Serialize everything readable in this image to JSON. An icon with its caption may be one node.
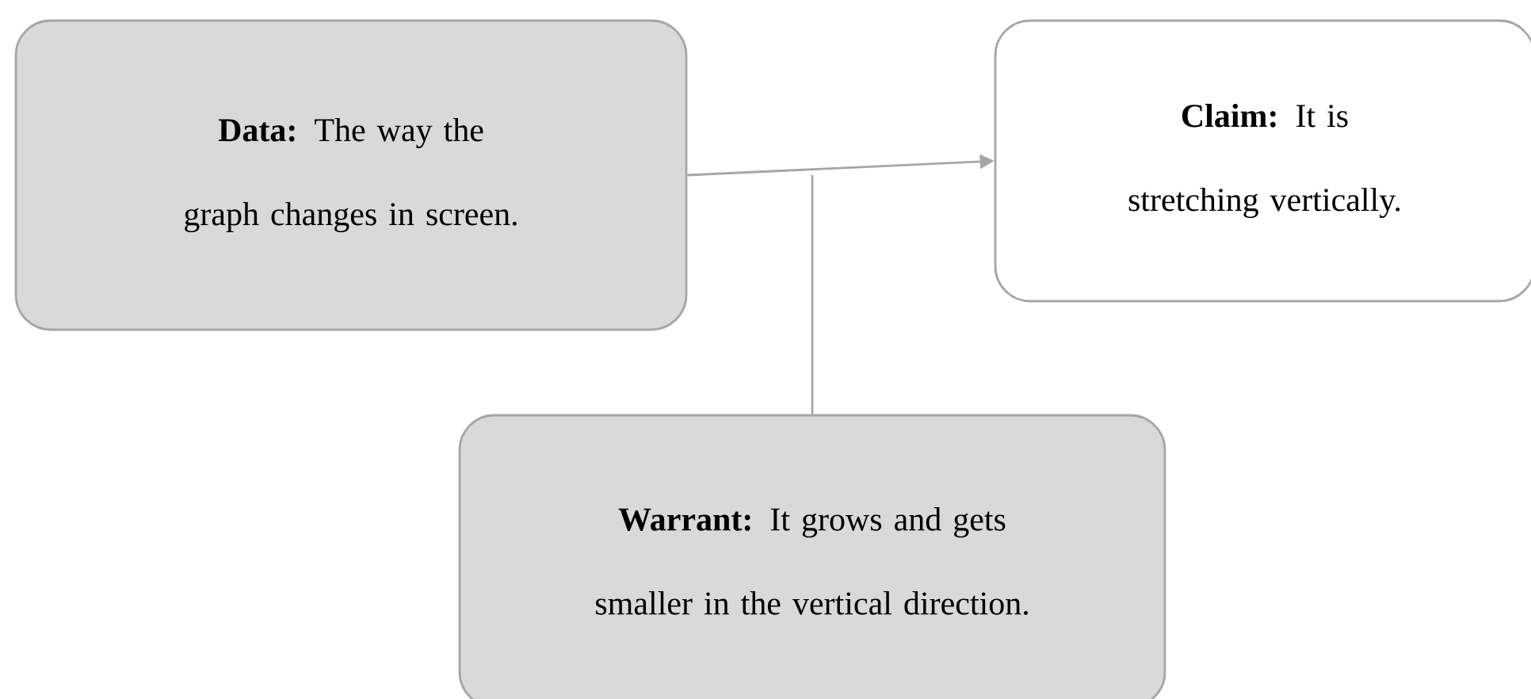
{
  "diagram": {
    "nodes": [
      {
        "text": [
          "**Data:** The way the graph changes in screen."
        ]
      },
      {
        "text": [
          "**Claim:** It is stretching vertically."
        ]
      },
      {
        "text": [
          "**Warrant:** It grows and gets smaller in the vertical direction."
        ]
      }
    ],
    "edges": [
      {
        "from": 0,
        "to": 1,
        "arrow": "to"
      },
      {
        "from": 2,
        "to": null,
        "arrow": "none"
      }
    ]
  }
}
